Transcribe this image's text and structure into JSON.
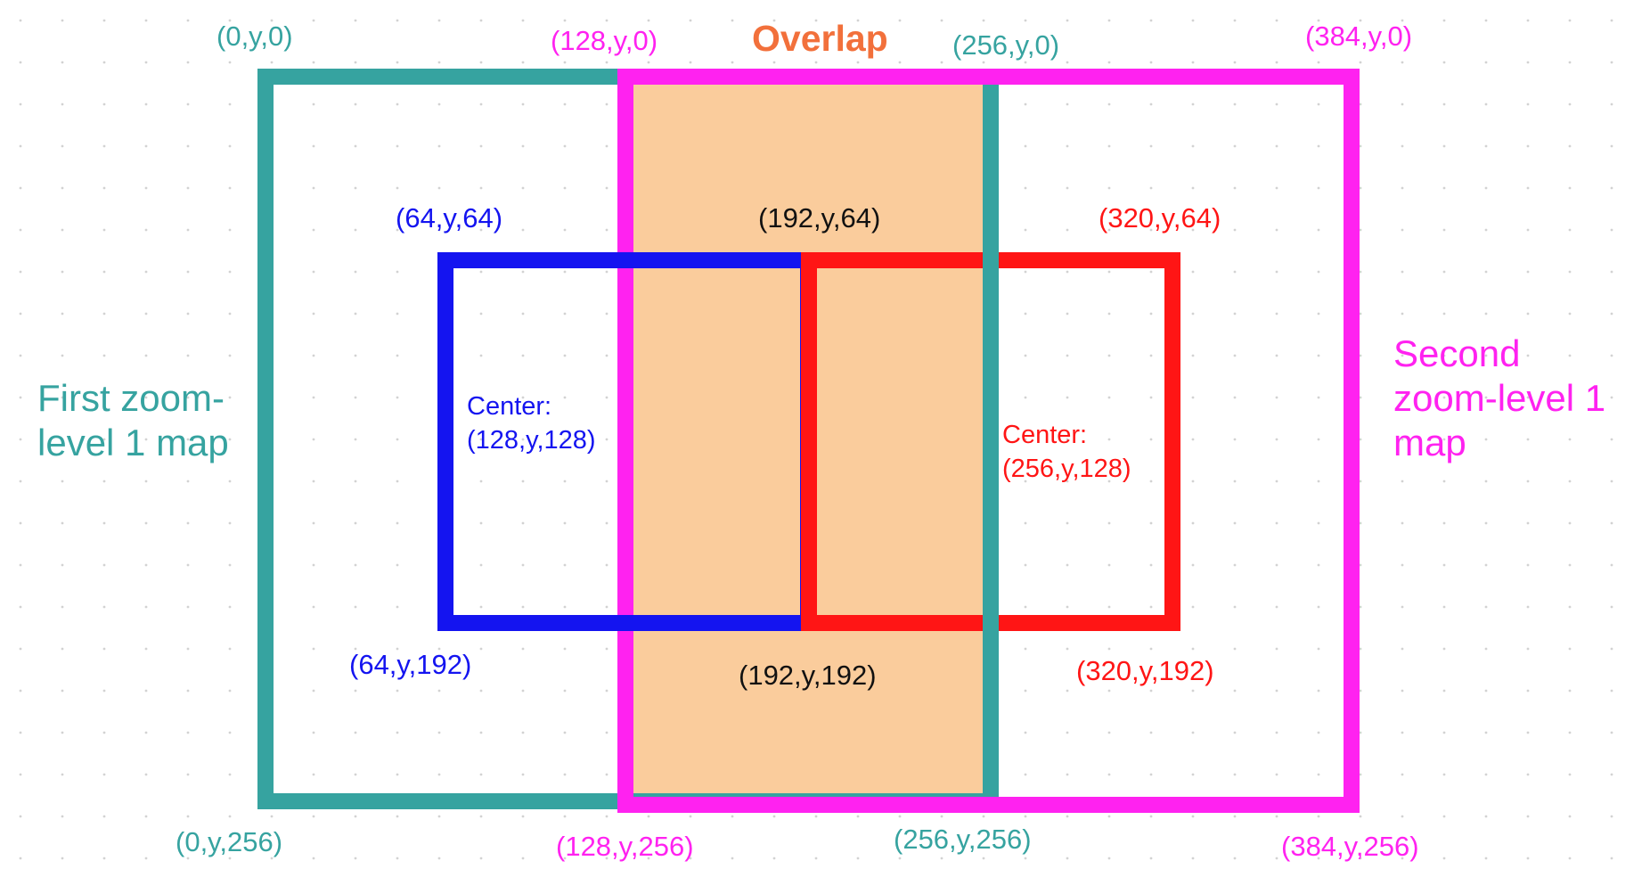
{
  "colors": {
    "teal": "#36a3a0",
    "magenta": "#ff22f0",
    "blue": "#1414f0",
    "red": "#ff1515",
    "overlap_fill": "#facc9c",
    "overlap_title": "#f2703b",
    "black": "#111111",
    "grid_dot": "#d2d2d2"
  },
  "overlap_title": "Overlap",
  "first_map": {
    "label_line1": "First zoom-",
    "label_line2": "level 1 map",
    "corner_top_left": "(0,y,0)",
    "corner_bottom_left": "(0,y,256)",
    "corner_top_right": "(256,y,0)",
    "corner_bottom_right": "(256,y,256)"
  },
  "second_map": {
    "label_line1": "Second",
    "label_line2": "zoom-level 1",
    "label_line3": "map",
    "corner_top_left": "(128,y,0)",
    "corner_bottom_left": "(128,y,256)",
    "corner_top_right": "(384,y,0)",
    "corner_bottom_right": "(384,y,256)"
  },
  "blue_square": {
    "corner_top_left": "(64,y,64)",
    "corner_bottom_left": "(64,y,192)",
    "center_label": "Center:",
    "center_value": "(128,y,128)"
  },
  "red_square": {
    "corner_top_right": "(320,y,64)",
    "corner_bottom_right": "(320,y,192)",
    "center_label": "Center:",
    "center_value": "(256,y,128)"
  },
  "shared_points": {
    "top": "(192,y,64)",
    "bottom": "(192,y,192)"
  }
}
